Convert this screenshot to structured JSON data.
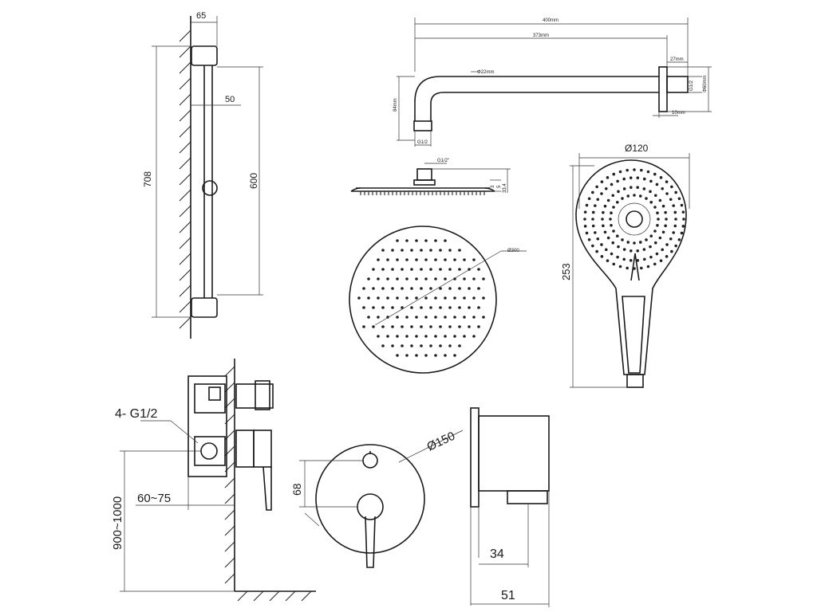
{
  "dimensions": {
    "bar_depth": "65",
    "bar_total_height": "708",
    "bar_slider_offset": "50",
    "bar_spacing": "600",
    "arm_total": "400mm",
    "arm_length": "373mm",
    "arm_pipe_dia": "Φ22mm",
    "arm_drop": "84mm",
    "arm_outlet_thread": "G1/2",
    "arm_flange_depth": "27mm",
    "arm_wall_thread": "G1/2",
    "arm_flange_dia": "Φ60mm",
    "arm_flange_small": "10mm",
    "head_thread": "G1/2\"",
    "head_thk_a": "3",
    "head_thk_b": "5",
    "head_total_thk": "33.4",
    "head_diameter": "Ø300",
    "hand_diameter": "Ø120",
    "hand_length": "253",
    "valve_inlets": "4- G1/2",
    "valve_depth": "60~75",
    "valve_install_height": "900~1000",
    "plate_diameter": "Ø150",
    "plate_spacing": "68",
    "elbow_a": "34",
    "elbow_b": "51"
  }
}
